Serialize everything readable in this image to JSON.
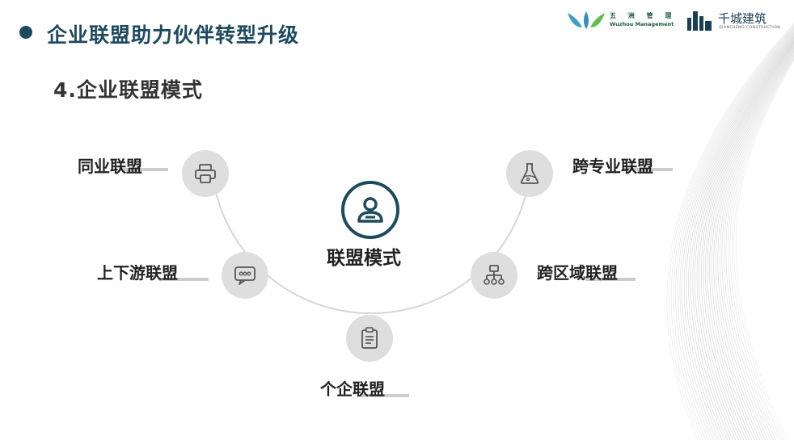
{
  "header": {
    "title": "企业联盟助力伙伴转型升级",
    "subtitle": "4.企业联盟模式"
  },
  "logos": {
    "wuzhou_cn": "五 洲 管 理",
    "wuzhou_en": "Wuzhou Management",
    "qiancheng_cn": "千城建筑",
    "qiancheng_en": "QIANCHENG CONSTRUCTION"
  },
  "diagram": {
    "center_label": "联盟模式",
    "center_icon": "user-icon",
    "nodes": [
      {
        "label": "同业联盟",
        "icon": "printer-icon"
      },
      {
        "label": "上下游联盟",
        "icon": "chat-bubble-icon"
      },
      {
        "label": "个企联盟",
        "icon": "clipboard-icon"
      },
      {
        "label": "跨区域联盟",
        "icon": "sitemap-icon"
      },
      {
        "label": "跨专业联盟",
        "icon": "flask-icon"
      }
    ]
  },
  "colors": {
    "accent": "#1d4a5f",
    "node_fill": "#dedede",
    "arc": "#d6d6d6"
  }
}
